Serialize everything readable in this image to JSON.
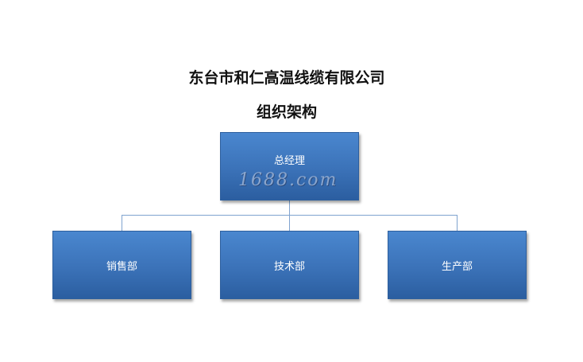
{
  "header": {
    "company_name": "东台市和仁高温线缆有限公司",
    "subtitle": "组织架构"
  },
  "org_chart": {
    "root": {
      "label": "总经理",
      "watermark": "1688.com"
    },
    "departments": [
      {
        "label": "销售部"
      },
      {
        "label": "技术部"
      },
      {
        "label": "生产部"
      }
    ]
  },
  "colors": {
    "box_fill": "#3b72b8",
    "box_border": "#2d5f9e",
    "connector": "#7fa3cf",
    "text": "#ffffff"
  }
}
